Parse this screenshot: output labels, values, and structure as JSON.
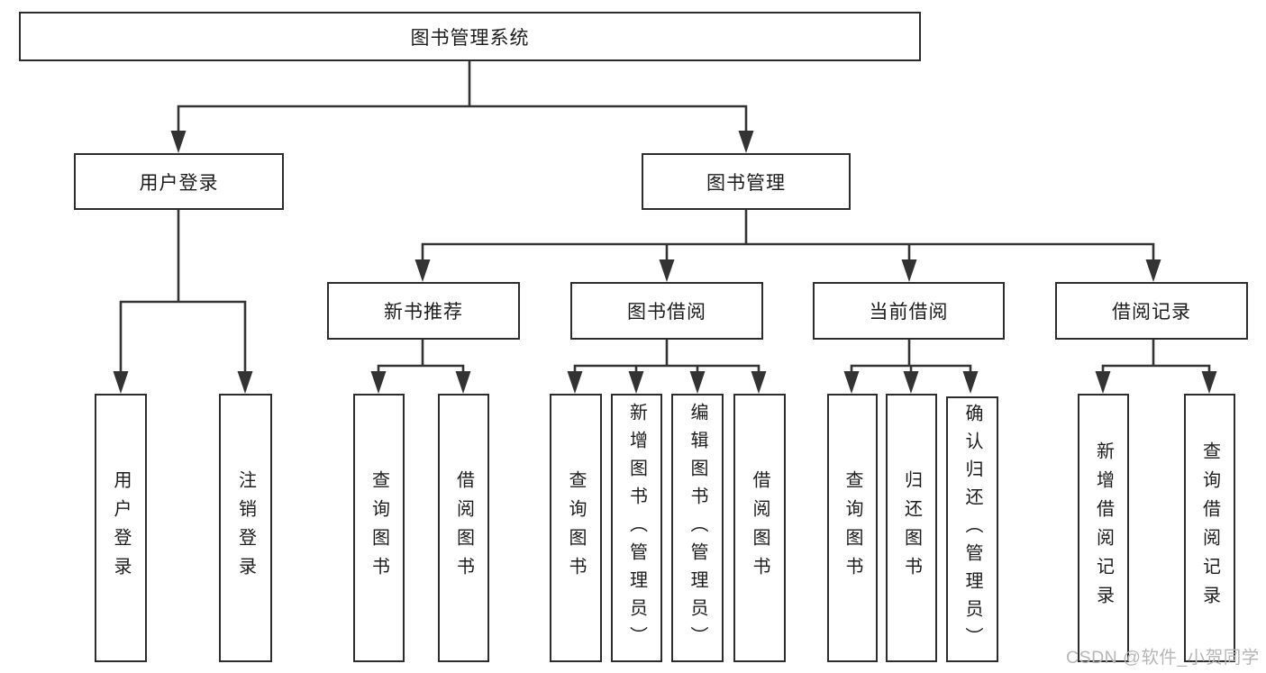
{
  "diagram": {
    "title": "图书管理系统",
    "root": {
      "label": "图书管理系统"
    },
    "children": [
      {
        "label": "用户登录",
        "children": [
          {
            "label": "用户登录"
          },
          {
            "label": "注销登录"
          }
        ]
      },
      {
        "label": "图书管理",
        "children": [
          {
            "label": "新书推荐",
            "children": [
              {
                "label": "查询图书"
              },
              {
                "label": "借阅图书"
              }
            ]
          },
          {
            "label": "图书借阅",
            "children": [
              {
                "label": "查询图书"
              },
              {
                "label": "新增图书（管理员）"
              },
              {
                "label": "编辑图书（管理员）"
              },
              {
                "label": "借阅图书"
              }
            ]
          },
          {
            "label": "当前借阅",
            "children": [
              {
                "label": "查询图书"
              },
              {
                "label": "归还图书"
              },
              {
                "label": "确认归还（管理员）"
              }
            ]
          },
          {
            "label": "借阅记录",
            "children": [
              {
                "label": "新增借阅记录"
              },
              {
                "label": "查询借阅记录"
              }
            ]
          }
        ]
      }
    ]
  },
  "watermark": {
    "text": "CSDN @软件_小贺同学"
  },
  "colors": {
    "line": "#333333",
    "box_border": "#2d2d2d",
    "text": "#1c1c1c",
    "watermark": "#b6b6b6",
    "background": "#ffffff"
  }
}
